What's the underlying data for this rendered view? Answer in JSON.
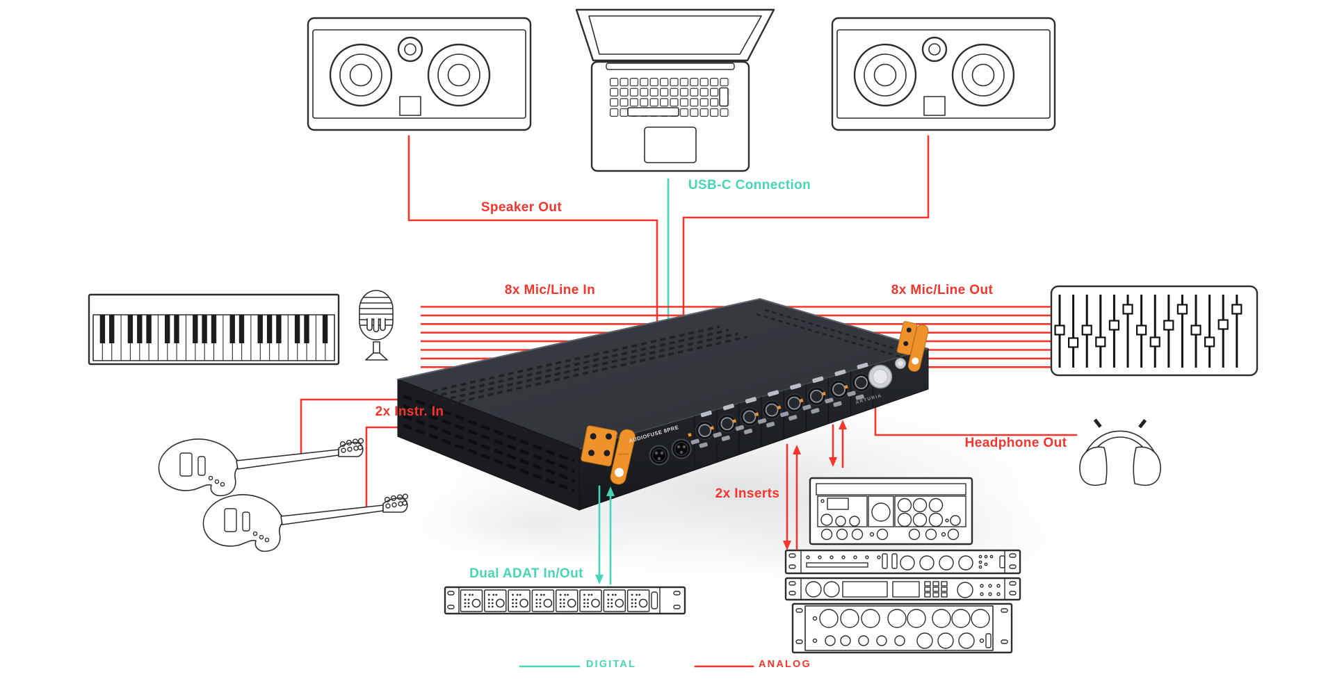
{
  "connections": {
    "speaker_out": {
      "label": "Speaker Out",
      "type": "analog"
    },
    "usb_c": {
      "label": "USB-C Connection",
      "type": "digital"
    },
    "mic_line_in": {
      "label": "8x Mic/Line In",
      "type": "analog"
    },
    "mic_line_out": {
      "label": "8x Mic/Line Out",
      "type": "analog"
    },
    "instr_in": {
      "label": "2x Instr. In",
      "type": "analog"
    },
    "inserts": {
      "label": "2x Inserts",
      "type": "analog"
    },
    "headphone_out": {
      "label": "Headphone Out",
      "type": "analog"
    },
    "adat": {
      "label": "Dual ADAT In/Out",
      "type": "digital"
    }
  },
  "legend": {
    "digital": "DIGITAL",
    "analog": "ANALOG"
  },
  "device": {
    "brand": "ARTURIA",
    "model_label": "AUDIOFUSE 8PRE"
  },
  "colors": {
    "analog_red": "#F5352C",
    "digital_teal": "#45D6B5",
    "device_orange": "#F0922B",
    "line_art_ink": "#2B2D2F",
    "background": "#FFFFFF"
  },
  "icons": [
    "studio-monitor-left-icon",
    "laptop-icon",
    "studio-monitor-right-icon",
    "midi-keyboard-icon",
    "microphone-icon",
    "bass-guitar-1-icon",
    "bass-guitar-2-icon",
    "fader-bank-icon",
    "headphones-icon",
    "adat-converter-rack-icon",
    "insert-rack-1-icon",
    "insert-rack-2-icon",
    "insert-rack-3-icon",
    "insert-rack-4-icon"
  ]
}
